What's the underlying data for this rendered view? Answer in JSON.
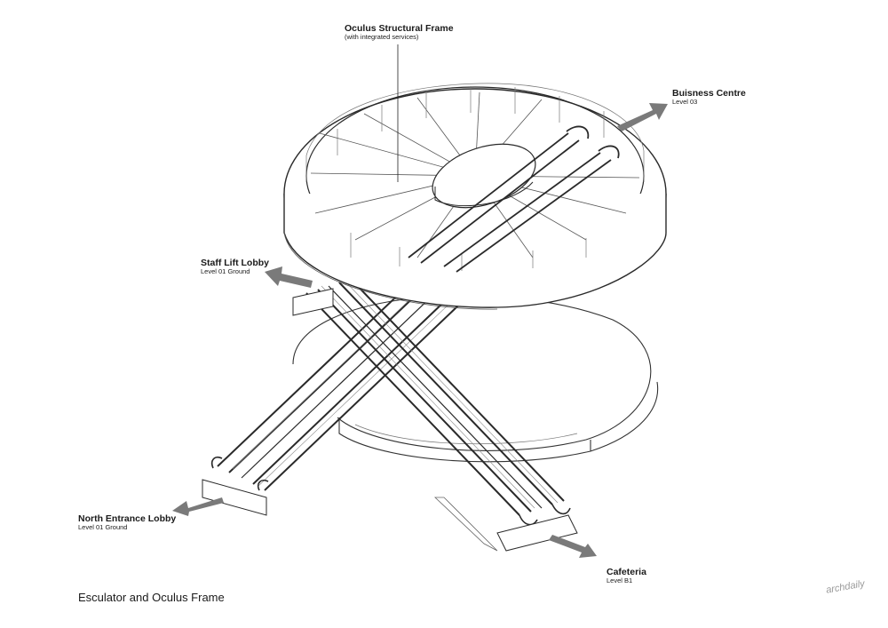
{
  "labels": {
    "frame": {
      "title": "Oculus Structural Frame",
      "sub": "(with integrated services)"
    },
    "business": {
      "title": "Buisness Centre",
      "sub": "Level 03"
    },
    "staff": {
      "title": "Staff Lift Lobby",
      "sub": "Level 01 Ground"
    },
    "north": {
      "title": "North Entrance Lobby",
      "sub": "Level 01 Ground"
    },
    "cafeteria": {
      "title": "Cafeteria",
      "sub": "Level B1"
    }
  },
  "caption": "Esculator and Oculus Frame",
  "watermark": "archdaily",
  "colors": {
    "line": "#2a2a2a",
    "arrow": "#7a7a7a",
    "background": "#ffffff"
  }
}
